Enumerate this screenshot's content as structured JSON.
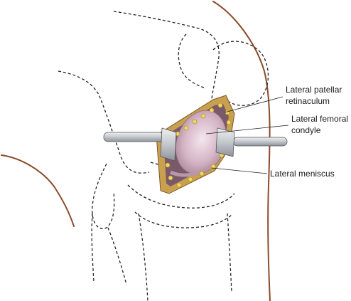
{
  "labels": {
    "lateral_patellar_retinaculum": [
      "Lateral patellar",
      "retinaculum"
    ],
    "lateral_femoral_condyle": [
      "Lateral femoral",
      "condyle"
    ],
    "lateral_meniscus": "Lateral meniscus"
  },
  "colors": {
    "skin_outline": "#8a4b2a",
    "wound_edge": "#c8a24a",
    "fat_globules": "#f0d860",
    "condyle": "#d8b8c8",
    "retractor": "#c9ccd0"
  }
}
